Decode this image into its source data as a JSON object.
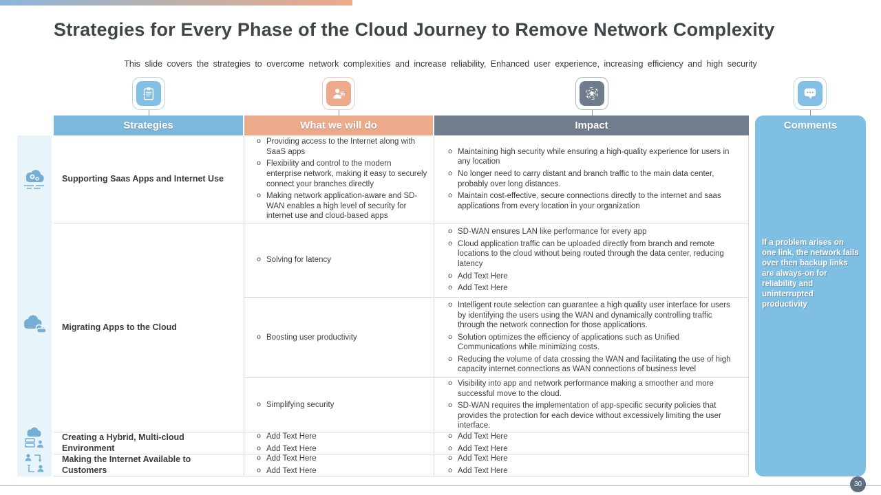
{
  "slide": {
    "title": "Strategies for Every Phase of the Cloud Journey to Remove Network Complexity",
    "subtitle": "This slide covers the strategies to overcome network complexities and increase reliability, Enhanced user experience, increasing efficiency and high security",
    "page_number": "30"
  },
  "columns": {
    "strategies": {
      "label": "Strategies",
      "icon": "clipboard-icon",
      "color": "#7cb8dc"
    },
    "what": {
      "label": "What we will do",
      "icon": "user-gear-icon",
      "color": "#edaa8b"
    },
    "impact": {
      "label": "Impact",
      "icon": "gear-orbit-icon",
      "color": "#6f7d8d"
    },
    "comments": {
      "label": "Comments",
      "icon": "chat-bubble-icon",
      "color": "#7fbfe3"
    }
  },
  "rows": [
    {
      "strategy": "Supporting Saas Apps and Internet Use",
      "row_icon": "cloud-gears-icon",
      "what": [
        "Providing access to the Internet along with SaaS apps",
        "Flexibility and control to the modern enterprise network, making it easy to securely connect your branches directly",
        "Making network application-aware and SD-WAN enables a high level of security for internet use and cloud-based apps"
      ],
      "impact": [
        "Maintaining high security while ensuring a high-quality experience for users in any location",
        "No longer need to carry distant and branch traffic to the main data center, probably over long distances.",
        "Maintain cost-effective, secure connections directly to the internet and saas applications from every location in your organization"
      ]
    },
    {
      "strategy": "Migrating Apps to the Cloud",
      "row_icon": "clouds-icon",
      "subrows": [
        {
          "what": [
            "Solving for latency"
          ],
          "impact": [
            "SD-WAN ensures LAN like performance for every app",
            "Cloud application traffic can be uploaded directly from branch and remote locations to the cloud without being routed through the data center, reducing latency",
            "Add Text Here",
            "Add Text Here"
          ]
        },
        {
          "what": [
            "Boosting user productivity"
          ],
          "impact": [
            "Intelligent route selection can guarantee a high quality user interface for users by identifying the users using the WAN and dynamically controlling traffic through the network connection for those applications.",
            "Solution optimizes the efficiency of applications such as Unified Communications while minimizing costs.",
            "Reducing the volume of data crossing the WAN and facilitating the use of high capacity internet connections as WAN connections of business level"
          ]
        },
        {
          "what": [
            "Simplifying security"
          ],
          "impact": [
            "Visibility into app and network performance making a smoother and more successful move to the cloud.",
            "SD-WAN requires the implementation of app-specific security policies that provides the protection for each device without excessively limiting the user interface."
          ]
        }
      ]
    },
    {
      "strategy": "Creating a Hybrid, Multi-cloud Environment",
      "row_icon": "cloud-server-icon",
      "what": [
        "Add Text Here",
        "Add Text Here"
      ],
      "impact": [
        "Add Text Here",
        "Add Text Here"
      ]
    },
    {
      "strategy": "Making the Internet Available to Customers",
      "row_icon": "people-network-icon",
      "what": [
        "Add Text Here",
        "Add Text Here"
      ],
      "impact": [
        "Add Text Here",
        "Add Text Here"
      ]
    }
  ],
  "comments": {
    "header": "Comments",
    "body": "If a problem arises on one link, the network fails over then backup links are always-on  for reliability and uninterrupted productivity"
  },
  "colors": {
    "strategies_header": "#7cb8dc",
    "what_header": "#edaa8b",
    "impact_header": "#6f7d8d",
    "comments_box": "#7fbfe3",
    "left_strip": "#e9f3fa",
    "strip_icon": "#74aed3",
    "badge": "#5e6e7e",
    "gradient_start": "#8cb6dd",
    "gradient_end": "#eda98b"
  }
}
